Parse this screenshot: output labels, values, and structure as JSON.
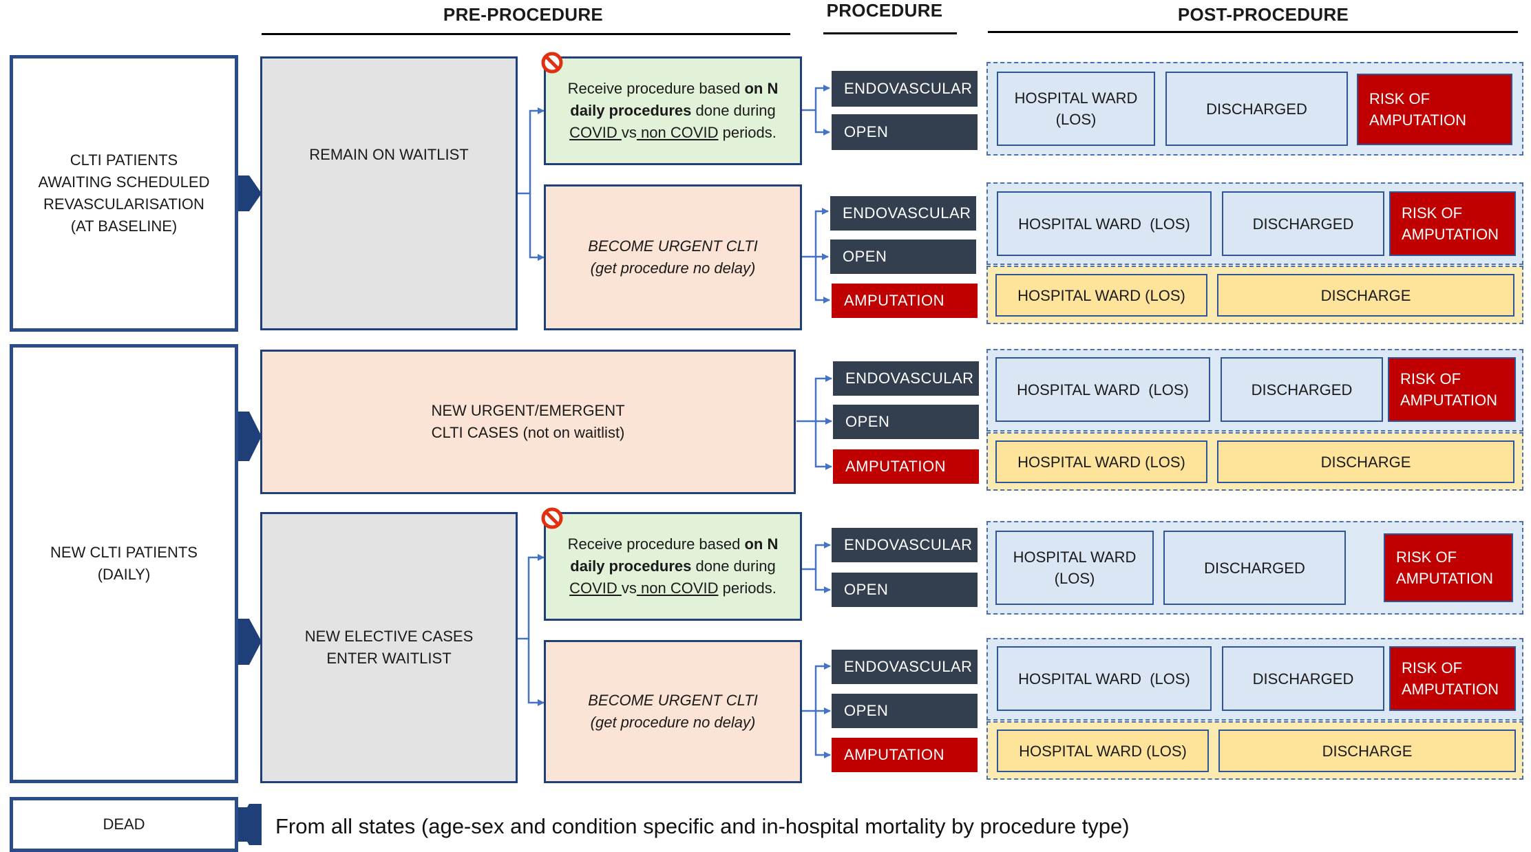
{
  "headers": {
    "pre": "PRE-PROCEDURE",
    "proc": "PROCEDURE",
    "post": "POST-PROCEDURE"
  },
  "states": {
    "baseline": [
      "CLTI PATIENTS",
      "AWAITING SCHEDULED",
      "REVASCULARISATION",
      "(AT BASELINE)"
    ],
    "new_daily": [
      "NEW CLTI PATIENTS",
      "(DAILY)"
    ],
    "dead": "DEAD"
  },
  "pre": {
    "remain": "REMAIN ON WAITLIST",
    "new_urgent": [
      "NEW URGENT/EMERGENT",
      "CLTI CASES (not on waitlist)"
    ],
    "new_elective": [
      "NEW ELECTIVE CASES",
      "ENTER WAITLIST"
    ],
    "receive": {
      "p1": "Receive procedure based ",
      "b1": "on N",
      "b2": "daily procedures",
      "p2": " done during",
      "u1": "COVID ",
      "vs": "vs",
      "u2": " non COVID",
      "p3": " periods."
    },
    "urgent": [
      "BECOME URGENT CLTI",
      "(get procedure no delay)"
    ]
  },
  "procedure": {
    "endo": "ENDOVASCULAR",
    "open": "OPEN",
    "amp": "AMPUTATION"
  },
  "post": {
    "ward_2line": [
      "HOSPITAL WARD",
      "(LOS)"
    ],
    "ward_1line": "HOSPITAL WARD  (LOS)",
    "ward_yellow": "HOSPITAL WARD (LOS)",
    "discharged": "DISCHARGED",
    "discharge": "DISCHARGE",
    "risk": [
      "RISK OF",
      "AMPUTATION"
    ]
  },
  "footer": "From all states (age-sex and condition specific and in-hospital mortality by procedure type)",
  "colors": {
    "navy": "#1f3f78",
    "dark_proc": "#333e4f",
    "red": "#c00000",
    "waitlist_grey": "#e3e3e3",
    "green": "#e1f2d9",
    "peach": "#fbe3d5",
    "light_blue": "#dbe6f4",
    "yellow": "#fde49a"
  }
}
